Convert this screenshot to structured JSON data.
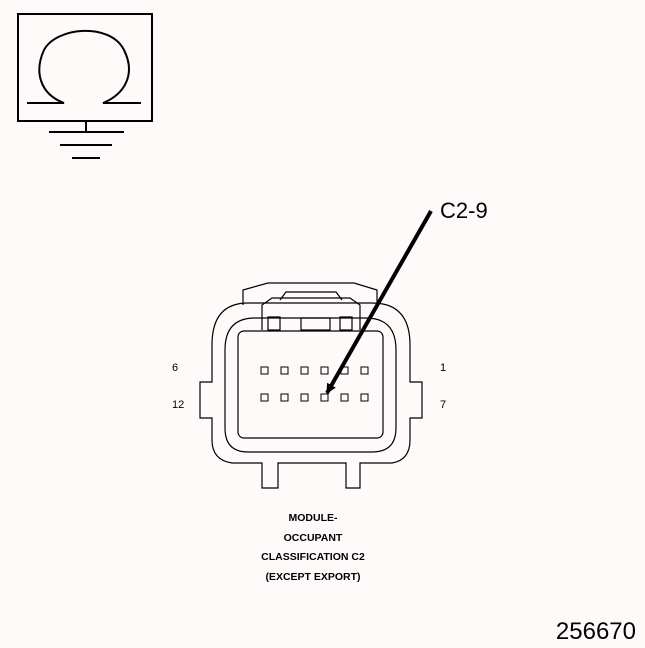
{
  "symbol": {
    "icon": "ohmmeter-ground-icon"
  },
  "callout": {
    "label": "C2-9"
  },
  "pin_labels": {
    "top_left": "6",
    "bottom_left": "12",
    "top_right": "1",
    "bottom_right": "7"
  },
  "caption": {
    "line1": "MODULE-",
    "line2": "OCCUPANT",
    "line3": "CLASSIFICATION C2",
    "line4": "(EXCEPT EXPORT)"
  },
  "figure_id": "256670"
}
